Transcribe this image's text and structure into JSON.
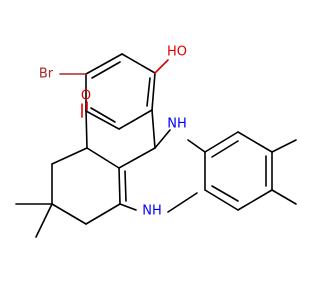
{
  "molecule": {
    "atoms": {
      "bromine": "Br",
      "hydroxyl": "HO",
      "ketone_oxygen": "O",
      "amine_upper": "NH",
      "amine_lower": "NH"
    },
    "colors": {
      "bond": "#000000",
      "oxygen": "#e00000",
      "nitrogen": "#0000ff",
      "bromine": "#a52a2a"
    }
  }
}
